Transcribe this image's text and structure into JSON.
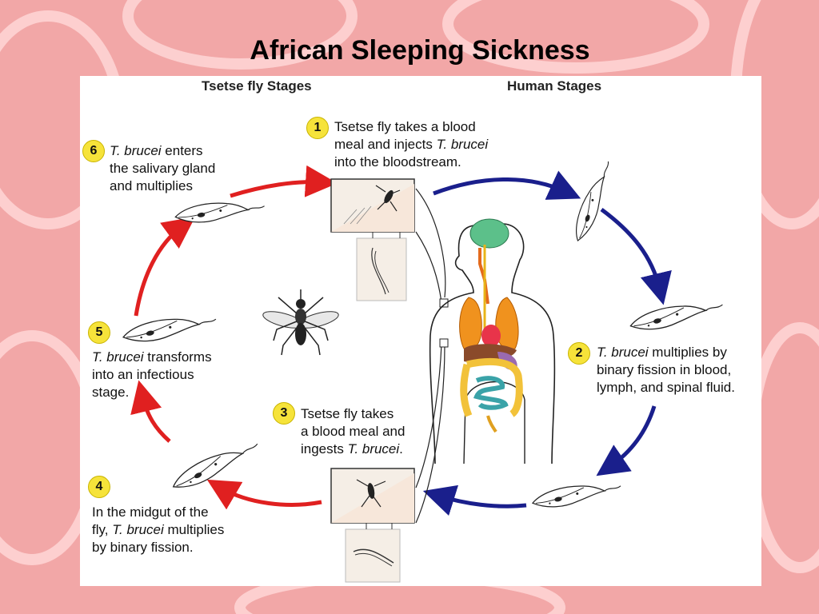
{
  "slide": {
    "title": "African Sleeping Sickness"
  },
  "headers": {
    "fly": "Tsetse fly Stages",
    "human": "Human Stages"
  },
  "steps": [
    {
      "num": "1",
      "parts": [
        "Tsetse fly takes a blood",
        "meal and injects ",
        "T. brucei",
        "into the bloodstream."
      ]
    },
    {
      "num": "2",
      "parts": [
        "T. brucei",
        " multiplies by",
        "binary fission in blood,",
        "lymph, and spinal fluid."
      ]
    },
    {
      "num": "3",
      "parts": [
        "Tsetse fly takes",
        "a blood meal and",
        "ingests ",
        "T. brucei",
        "."
      ]
    },
    {
      "num": "4",
      "parts": [
        "In the midgut of the",
        "fly, ",
        "T. brucei",
        " multiplies",
        "by binary fission."
      ]
    },
    {
      "num": "5",
      "parts": [
        "T. brucei",
        " transforms",
        "into an infectious",
        "stage."
      ]
    },
    {
      "num": "6",
      "parts": [
        "T. brucei",
        " enters",
        "the salivary gland",
        "and multiplies"
      ]
    }
  ],
  "colors": {
    "fly_arrows": "#e02020",
    "human_arrows": "#1a1f8c",
    "badge": "#f6e33a",
    "brain": "#5cc08a",
    "lungs": "#f0921e",
    "liver": "#8a4a2a",
    "intestine": "#3aa3a8",
    "colon": "#f2c23a"
  },
  "icons": [
    "trypanosome-icon",
    "tsetse-fly-icon",
    "human-body-icon"
  ]
}
